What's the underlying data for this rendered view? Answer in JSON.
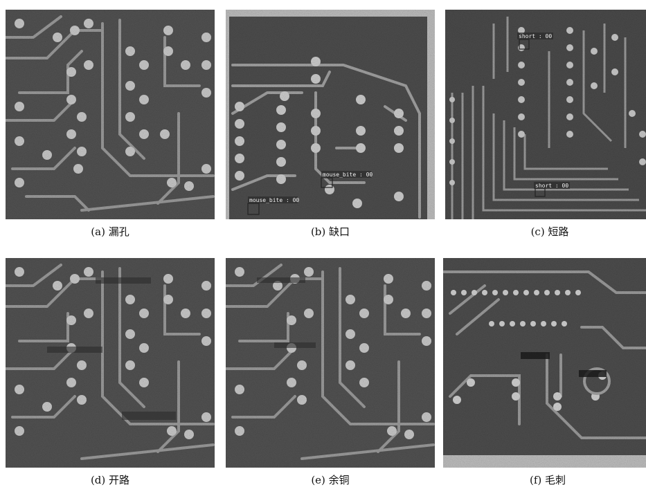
{
  "figure": {
    "panels": [
      {
        "id": "a",
        "caption": "(a) 漏孔",
        "detections": []
      },
      {
        "id": "b",
        "caption": "(b) 缺口",
        "detections": [
          {
            "label": "mouse_bite : 00"
          },
          {
            "label": "mouse_bite : 00"
          }
        ]
      },
      {
        "id": "c",
        "caption": "(c) 短路",
        "detections": [
          {
            "label": "short : 00"
          },
          {
            "label": "short : 00"
          }
        ]
      },
      {
        "id": "d",
        "caption": "(d) 开路",
        "detections": []
      },
      {
        "id": "e",
        "caption": "(e) 余铜",
        "detections": []
      },
      {
        "id": "f",
        "caption": "(f) 毛刺",
        "detections": []
      }
    ]
  }
}
